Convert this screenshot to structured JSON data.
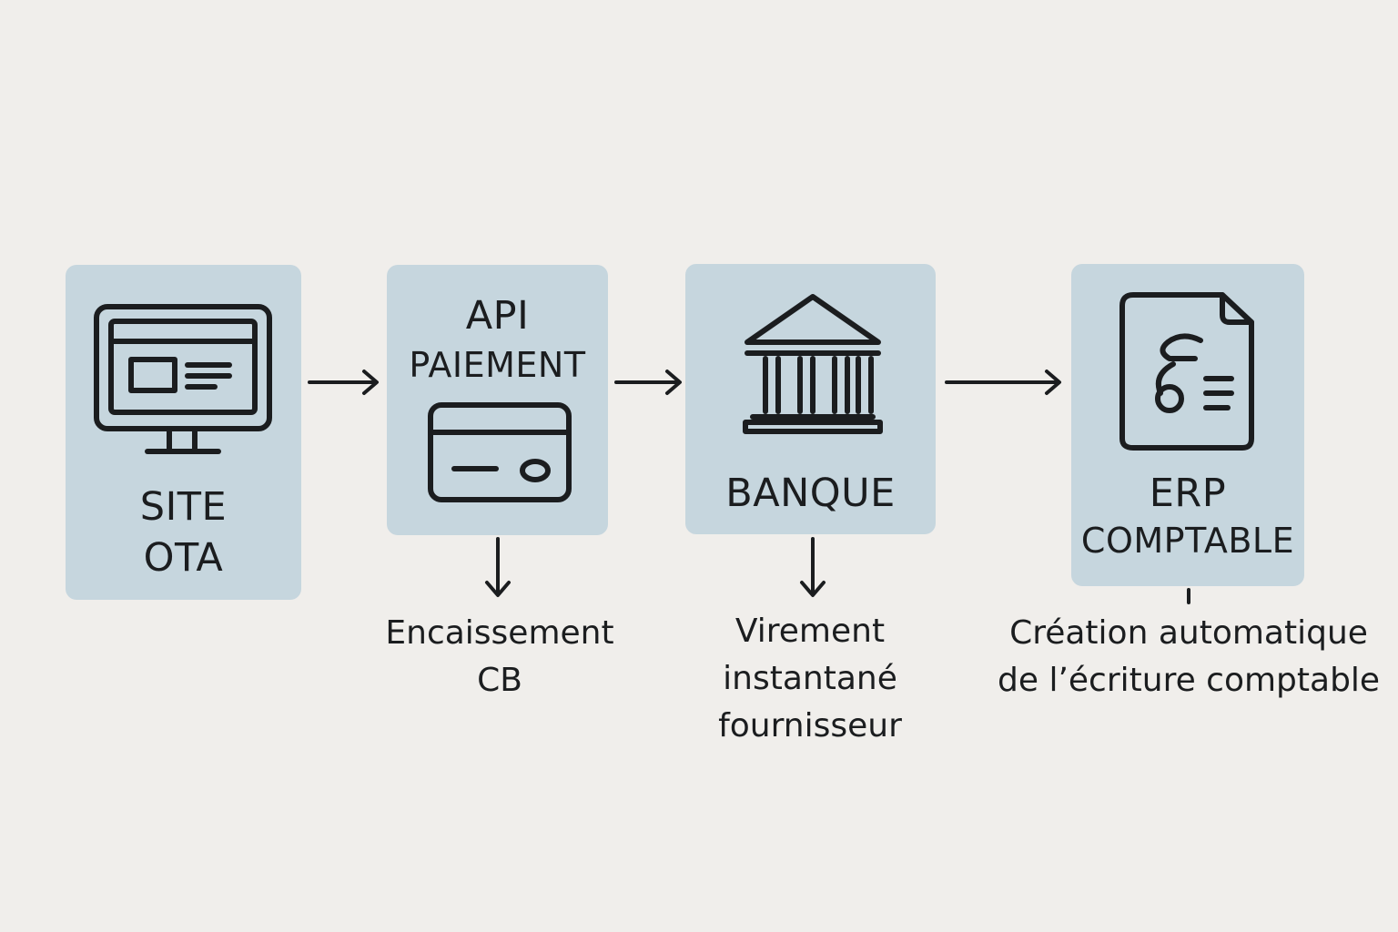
{
  "colors": {
    "background": "#f0eeeb",
    "box": "#c6d6de",
    "stroke": "#1b1d1f"
  },
  "steps": [
    {
      "id": "site",
      "icon": "monitor-icon",
      "label_lines": [
        "SITE",
        "OTA"
      ]
    },
    {
      "id": "api",
      "icon": "credit-card-icon",
      "label_lines": [
        "API",
        "PAIEMENT"
      ]
    },
    {
      "id": "bank",
      "icon": "bank-icon",
      "label_lines": [
        "BANQUE"
      ]
    },
    {
      "id": "erp",
      "icon": "accounting-document-icon",
      "label_lines": [
        "ERP",
        "COMPTABLE"
      ]
    }
  ],
  "notes": [
    {
      "step": "api",
      "lines": [
        "Encaissement",
        "CB"
      ]
    },
    {
      "step": "bank",
      "lines": [
        "Virement",
        "instantané",
        "fournisseur"
      ]
    },
    {
      "step": "erp",
      "lines": [
        "Création automatique",
        "de l’écriture comptable"
      ]
    }
  ]
}
